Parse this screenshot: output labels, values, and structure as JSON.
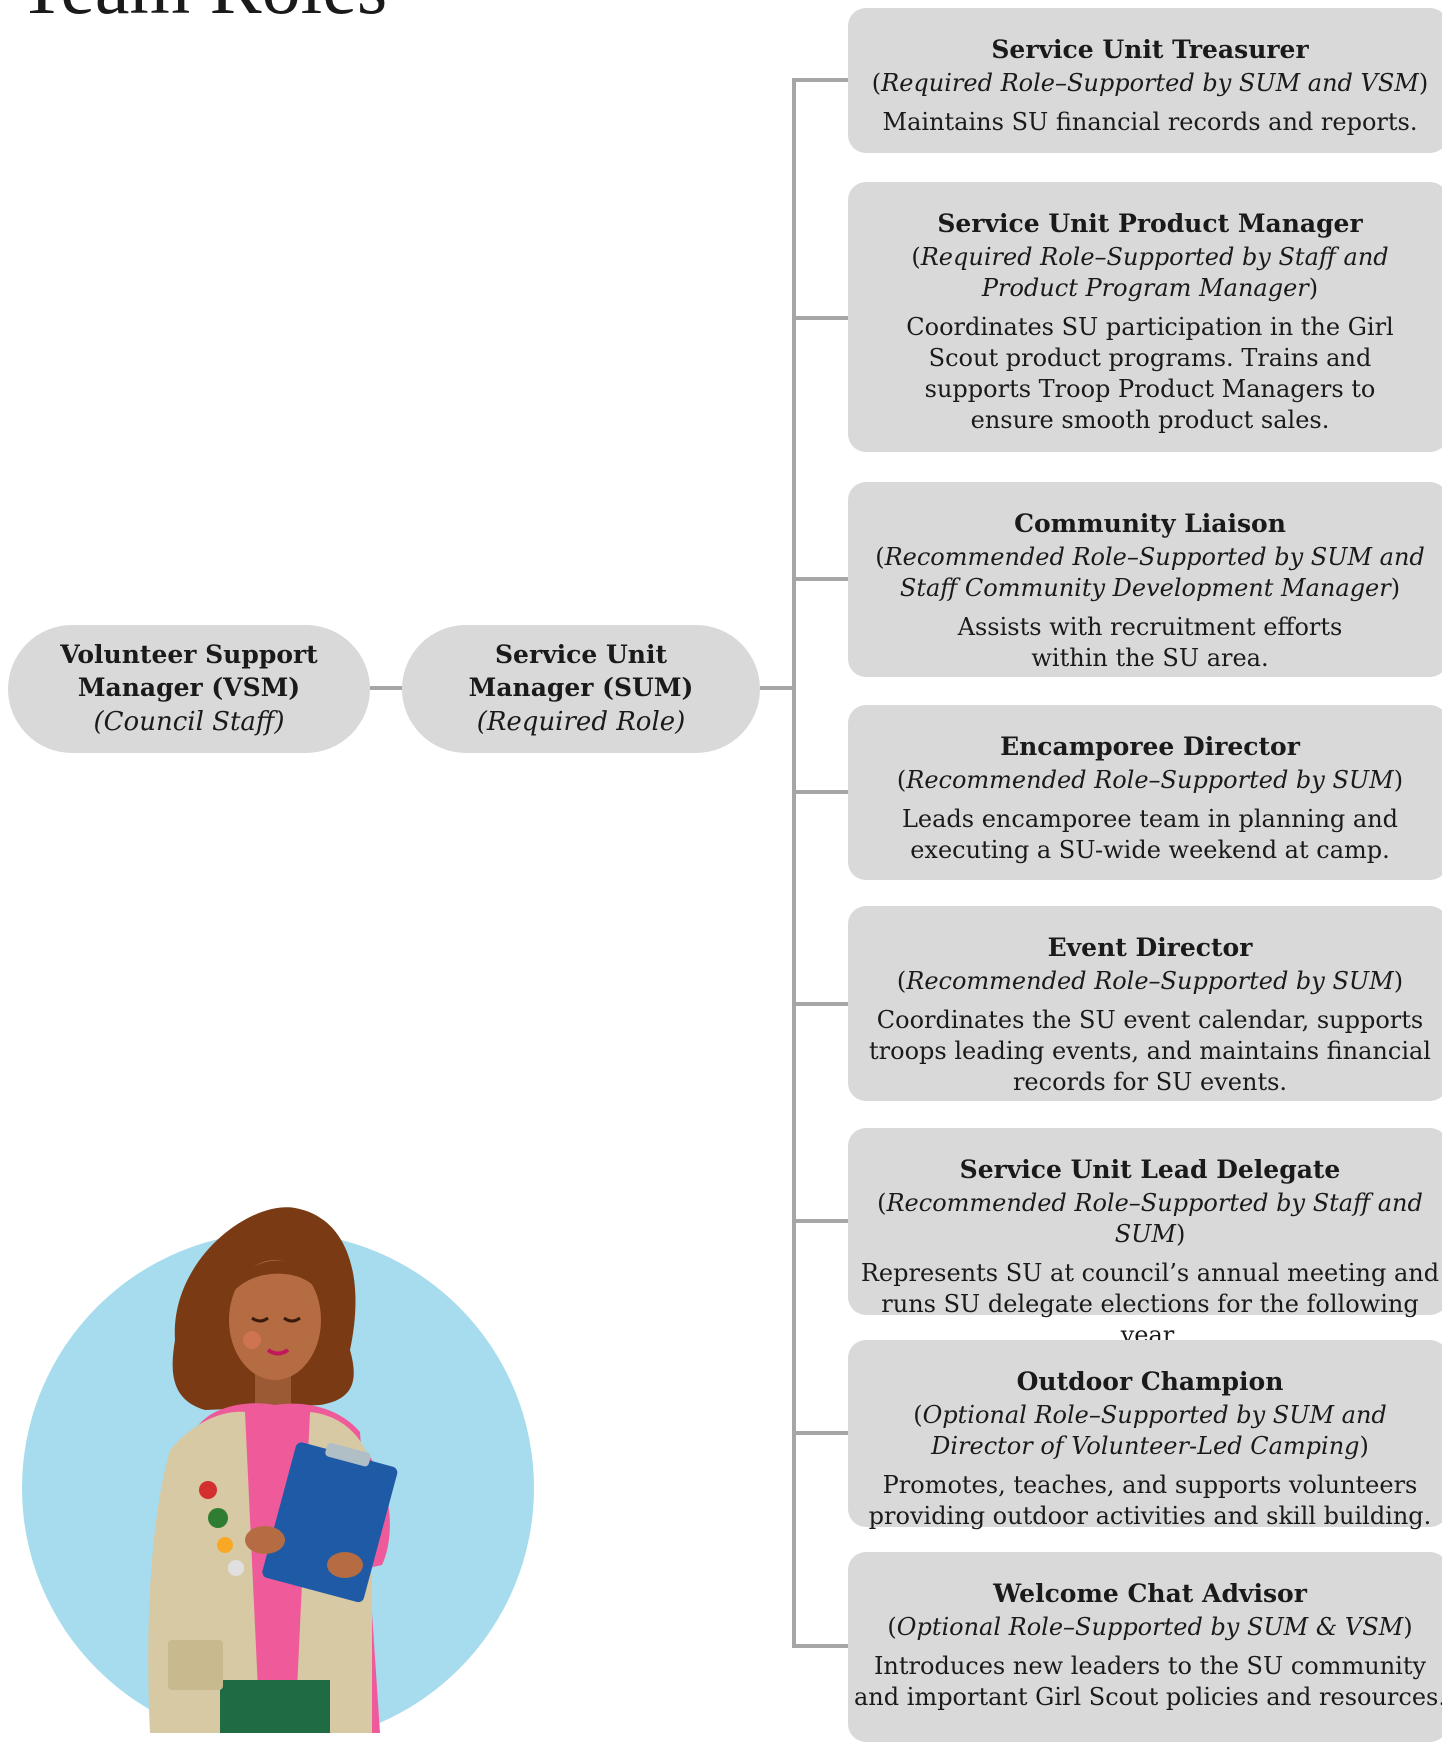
{
  "page": {
    "title": "Team Roles"
  },
  "hierarchy": {
    "vsm": {
      "title": "Volunteer Support\nManager (VSM)",
      "subtitle": "(Council Staff)"
    },
    "sum": {
      "title": "Service Unit\nManager (SUM)",
      "subtitle": "(Required Role)"
    }
  },
  "roles": [
    {
      "title": "Service Unit Treasurer",
      "support": "Required Role–Supported by SUM and VSM",
      "description": "Maintains SU financial records and reports."
    },
    {
      "title": "Service Unit Product Manager",
      "support": "Required Role–Supported by Staff and\nProduct Program Manager",
      "description": "Coordinates SU participation in the Girl\nScout product programs. Trains and\nsupports Troop Product Managers to\nensure smooth product sales."
    },
    {
      "title": "Community Liaison",
      "support": "Recommended Role–Supported by SUM and\nStaff Community Development Manager",
      "description": "Assists with recruitment efforts\nwithin the SU area."
    },
    {
      "title": "Encamporee Director",
      "support": "Recommended Role–Supported by SUM",
      "description": "Leads encamporee team in planning and\nexecuting a SU-wide weekend at camp."
    },
    {
      "title": "Event Director",
      "support": "Recommended Role–Supported by SUM",
      "description": "Coordinates the SU event calendar, supports\ntroops leading events, and maintains financial\nrecords for SU events."
    },
    {
      "title": "Service Unit Lead Delegate",
      "support": "Recommended Role–Supported by Staff and SUM",
      "description": "Represents SU at council’s annual meeting and\nruns SU delegate elections for the following year."
    },
    {
      "title": "Outdoor Champion",
      "support": "Optional Role–Supported by SUM and\nDirector of Volunteer-Led Camping",
      "description": "Promotes, teaches, and supports volunteers\nproviding outdoor activities and skill building."
    },
    {
      "title": "Welcome Chat Advisor",
      "support": "Optional Role–Supported by SUM & VSM",
      "description": "Introduces new leaders to the SU community\nand important Girl Scout policies and resources."
    }
  ],
  "illustration": {
    "name": "girl-scout-volunteer-with-clipboard",
    "bg_color": "#a6dcee"
  },
  "colors": {
    "box": "#d9d9d9",
    "connector": "#a6a6a6",
    "text": "#1a1a1a"
  }
}
